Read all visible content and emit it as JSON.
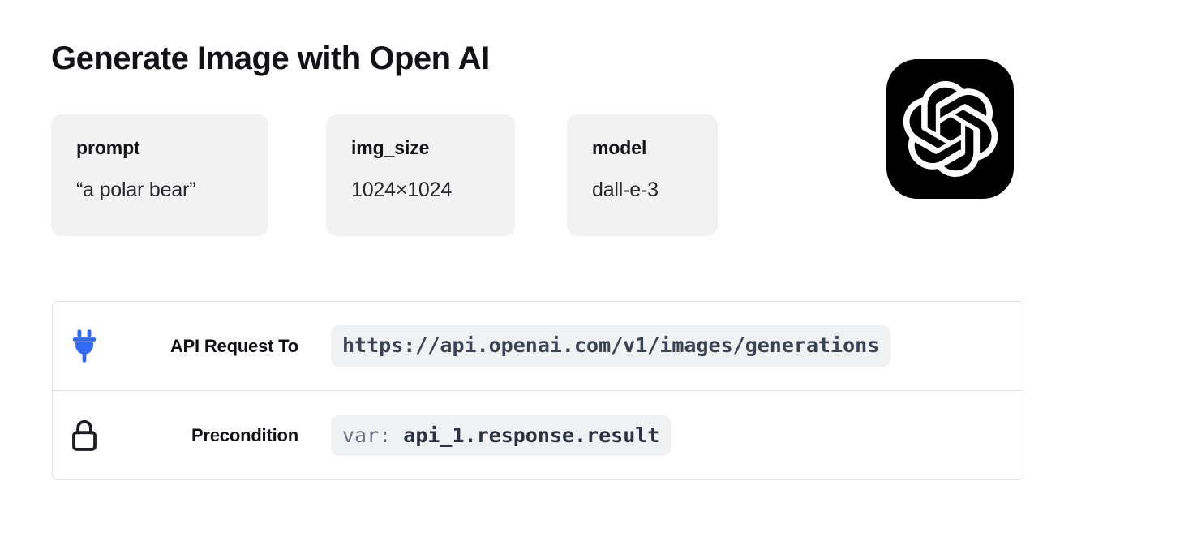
{
  "page": {
    "title": "Generate Image with Open AI",
    "brand_logo_name": "openai-logo",
    "brand_logo_bg": "#000000"
  },
  "parameters": [
    {
      "label": "prompt",
      "value": "“a polar bear”"
    },
    {
      "label": "img_size",
      "value": "1024×1024"
    },
    {
      "label": "model",
      "value": "dall-e-3"
    }
  ],
  "details": {
    "rows": [
      {
        "icon": "plug-icon",
        "icon_color": "#2f6bf5",
        "label": "API Request To",
        "value": "https://api.openai.com/v1/images/generations",
        "value_prefix": "",
        "value_main": "https://api.openai.com/v1/images/generations"
      },
      {
        "icon": "lock-icon",
        "icon_color": "#1c1e24",
        "label": "Precondition",
        "value": "var: api_1.response.result",
        "value_prefix": "var:",
        "value_main": "api_1.response.result"
      }
    ]
  },
  "colors": {
    "background": "#ffffff",
    "card_background": "#f2f2f3",
    "pill_background": "#f0f1f3",
    "border": "#e3e5ea",
    "text_primary": "#111215",
    "mono_text": "#3b4251",
    "accent_blue": "#2f6bf5"
  }
}
